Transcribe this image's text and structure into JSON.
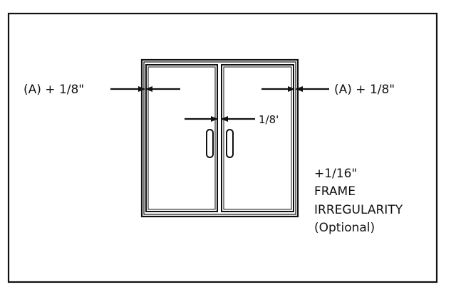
{
  "labels": {
    "left_gap": "(A) + 1/8\"",
    "right_gap": "(A) + 1/8\"",
    "center_gap": "1/8'",
    "frame_note": [
      "+1/16\"",
      "FRAME",
      "IRREGULARITY",
      "(Optional)"
    ]
  },
  "colors": {
    "line": "#111111",
    "background": "#ffffff"
  }
}
